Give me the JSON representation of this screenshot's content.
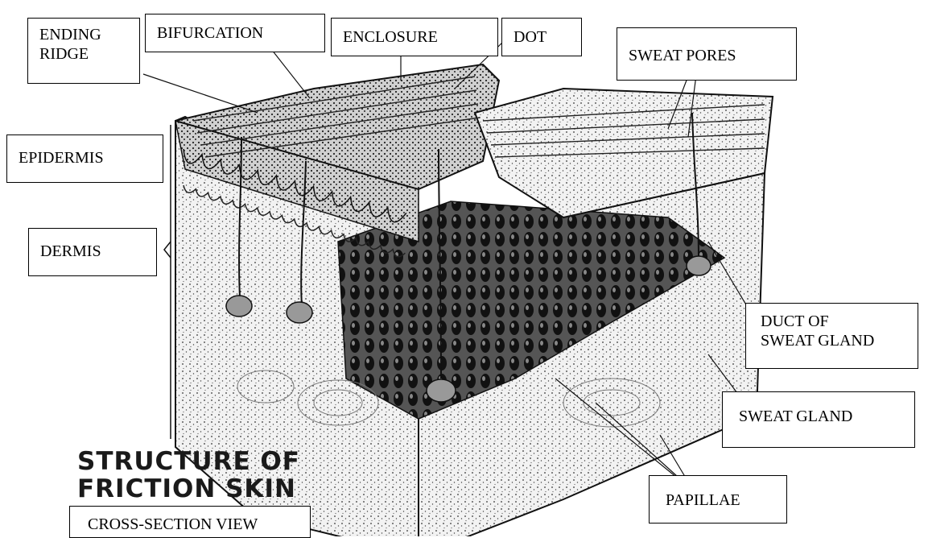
{
  "labels": {
    "ending_ridge": [
      "ENDING",
      "RIDGE"
    ],
    "bifurcation": "BIFURCATION",
    "enclosure": "ENCLOSURE",
    "dot": "DOT",
    "sweat_pores": "SWEAT PORES",
    "epidermis": "EPIDERMIS",
    "dermis": "DERMIS",
    "duct_of_sweat_gland": [
      "DUCT OF",
      "SWEAT GLAND"
    ],
    "sweat_gland": "SWEAT GLAND",
    "papillae": "PAPILLAE",
    "cross_section_view": "CROSS-SECTION VIEW"
  },
  "title": [
    "STRUCTURE OF",
    "FRICTION SKIN"
  ],
  "colors": {
    "ink": "#1a1a1a",
    "background": "#ffffff",
    "skin_shade": "#d9d9d9"
  }
}
